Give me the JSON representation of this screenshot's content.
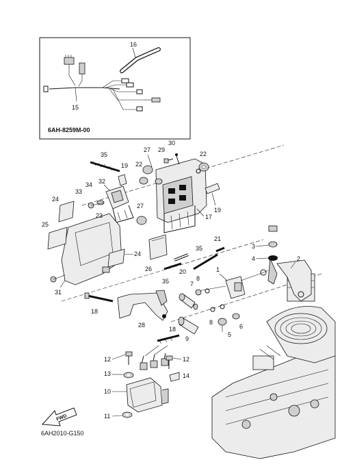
{
  "inset": {
    "code": "6AH-8259M-00",
    "labels": {
      "harness": "15",
      "tube": "16"
    }
  },
  "footer": {
    "code": "6AH2010-G150"
  },
  "direction_arrow": {
    "text": "FWD"
  },
  "parts": {
    "p1": "1",
    "p2": "2",
    "p3": "3",
    "p4": "4",
    "p5": "5",
    "p6": "6",
    "p7": "7",
    "p8": "8",
    "p9": "9",
    "p10": "10",
    "p11": "11",
    "p12a": "12",
    "p12b": "12",
    "p13": "13",
    "p14": "14",
    "p17": "17",
    "p18a": "18",
    "p18b": "18",
    "p19a": "19",
    "p19b": "19",
    "p20": "20",
    "p21": "21",
    "p22a": "22",
    "p22b": "22",
    "p23": "23",
    "p24a": "24",
    "p24b": "24",
    "p25": "25",
    "p26": "26",
    "p27a": "27",
    "p27b": "27",
    "p28": "28",
    "p29": "29",
    "p30": "30",
    "p31": "31",
    "p32": "32",
    "p33": "33",
    "p34": "34",
    "p35a": "35",
    "p35b": "35",
    "p35c": "35"
  }
}
